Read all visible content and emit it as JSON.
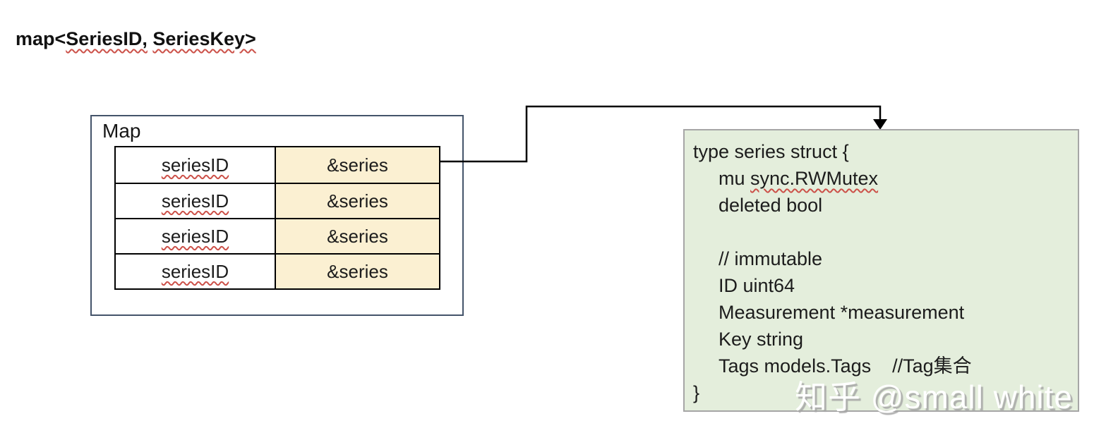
{
  "title": {
    "segments": [
      {
        "text": "map<",
        "wavy": false
      },
      {
        "text": "SeriesID,",
        "wavy": true
      },
      {
        "text": " ",
        "wavy": false
      },
      {
        "text": "SeriesKey>",
        "wavy": true
      }
    ]
  },
  "map_box": {
    "label": "Map",
    "rows": [
      {
        "key": "seriesID",
        "value": "&series"
      },
      {
        "key": "seriesID",
        "value": "&series"
      },
      {
        "key": "seriesID",
        "value": "&series"
      },
      {
        "key": "seriesID",
        "value": "&series"
      }
    ]
  },
  "struct_box": {
    "lines": [
      {
        "indent": false,
        "text": "type series struct {"
      },
      {
        "indent": true,
        "segments": [
          {
            "text": "mu ",
            "wavy": false
          },
          {
            "text": "sync.RWMutex",
            "wavy": true
          }
        ]
      },
      {
        "indent": true,
        "text": "deleted bool"
      },
      {
        "indent": false,
        "text": ""
      },
      {
        "indent": true,
        "text": "// immutable"
      },
      {
        "indent": true,
        "text": "ID uint64"
      },
      {
        "indent": true,
        "text": "Measurement *measurement"
      },
      {
        "indent": true,
        "text": "Key string"
      },
      {
        "indent": true,
        "text": "Tags models.Tags    //Tag集合"
      },
      {
        "indent": false,
        "text": "}"
      }
    ]
  },
  "watermark": {
    "text": "知乎 @small white"
  },
  "colors": {
    "map_border": "#44546a",
    "table_border": "#000000",
    "key_cell_fill": "#ffffff",
    "value_cell_fill": "#fbf0d2",
    "struct_fill": "#e4eedc",
    "struct_border": "#a6a6a6",
    "squiggle_red": "#cc5149",
    "connector": "#000000",
    "text": "#1a1a1a",
    "watermark_text": "#ffffff"
  }
}
